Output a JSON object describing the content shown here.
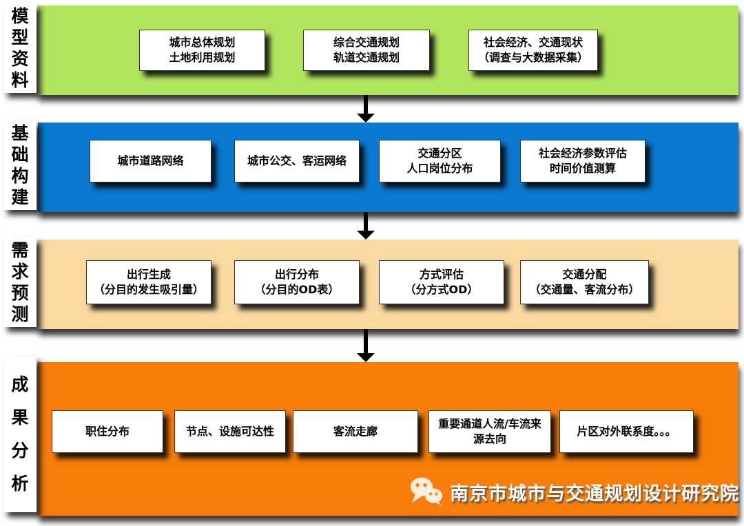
{
  "colors": {
    "band-green": "#b2e55e",
    "band-blue": "#0b79cf",
    "band-tan": "#fbd9a0",
    "band-orange": "#f87d0b",
    "arrow": "#000000",
    "wechat-bubble": "#fdeee0"
  },
  "bands": [
    {
      "label": "模型资料",
      "boxes": [
        {
          "lines": [
            "城市总体规划",
            "土地利用规划"
          ]
        },
        {
          "lines": [
            "综合交通规划",
            "轨道交通规划"
          ]
        },
        {
          "lines": [
            "社会经济、交通现状",
            "（调查与大数据采集）"
          ]
        }
      ]
    },
    {
      "label": "基础构建",
      "boxes": [
        {
          "lines": [
            "城市道路网络"
          ]
        },
        {
          "lines": [
            "城市公交、客运网络"
          ]
        },
        {
          "lines": [
            "交通分区",
            "人口岗位分布"
          ]
        },
        {
          "lines": [
            "社会经济参数评估",
            "时间价值测算"
          ]
        }
      ]
    },
    {
      "label": "需求预测",
      "boxes": [
        {
          "lines": [
            "出行生成",
            "（分目的发生吸引量）"
          ]
        },
        {
          "lines": [
            "出行分布",
            "（分目的OD表）"
          ]
        },
        {
          "lines": [
            "方式评估",
            "（分方式OD）"
          ]
        },
        {
          "lines": [
            "交通分配",
            "（交通量、客流分布）"
          ]
        }
      ]
    },
    {
      "label": "成果分析",
      "boxes": [
        {
          "lines": [
            "职住分布"
          ]
        },
        {
          "lines": [
            "节点、设施可达性"
          ]
        },
        {
          "lines": [
            "客流走廊"
          ]
        },
        {
          "lines": [
            "重要通道人流/车流来",
            "源去向"
          ]
        },
        {
          "lines": [
            "片区对外联系度。。。"
          ]
        }
      ]
    }
  ],
  "watermark": {
    "text": "南京市城市与交通规划设计研究院",
    "icon": "wechat-icon"
  }
}
